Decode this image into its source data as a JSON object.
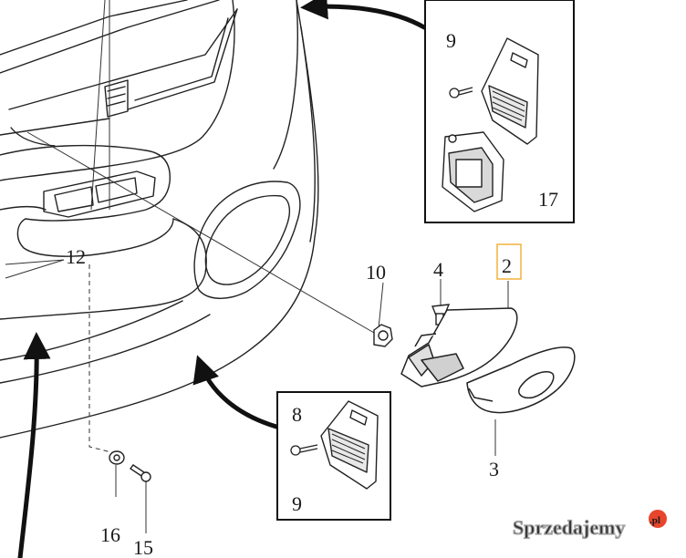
{
  "callouts": {
    "n9_top": "9",
    "n17": "17",
    "n12": "12",
    "n10": "10",
    "n4": "4",
    "n2": "2",
    "n8": "8",
    "n9_bottom": "9",
    "n3": "3",
    "n16": "16",
    "n15": "15"
  },
  "highlight_color": "#f2b23c",
  "watermark": {
    "text": "Sprzedajemy",
    "suffix": ".pl"
  }
}
